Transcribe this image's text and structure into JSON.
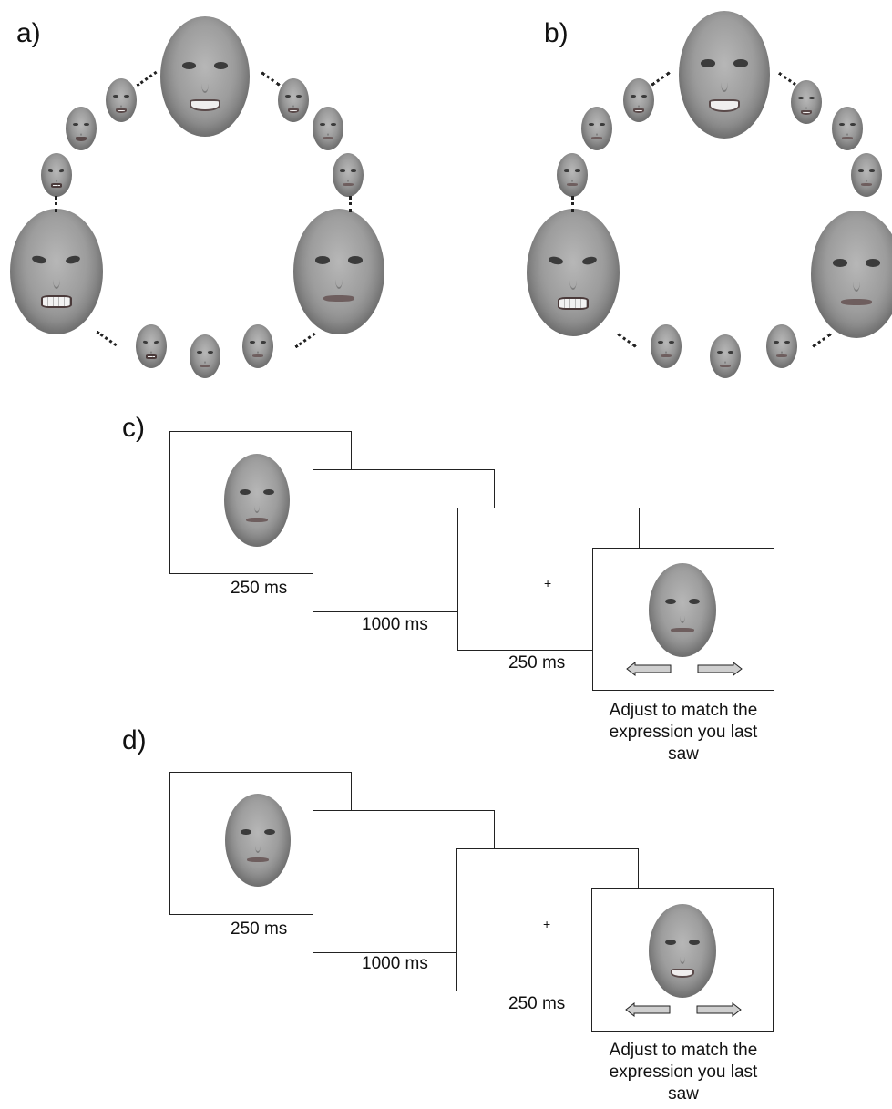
{
  "panels": {
    "a": "a)",
    "b": "b)",
    "c": "c)",
    "d": "d)"
  },
  "sequence_c": {
    "durations": [
      "250 ms",
      "1000 ms",
      "250 ms"
    ],
    "fixation": "+",
    "instruction_lines": [
      "Adjust to match the",
      "expression you last",
      "saw"
    ]
  },
  "sequence_d": {
    "durations": [
      "250 ms",
      "1000 ms",
      "250 ms"
    ],
    "fixation": "+",
    "instruction_lines": [
      "Adjust to match the",
      "expression you last",
      "saw"
    ]
  },
  "colors": {
    "face_gray": "#9d9d9d",
    "arrow_fill": "#cfcfcf",
    "frame_stroke": "#222222"
  }
}
